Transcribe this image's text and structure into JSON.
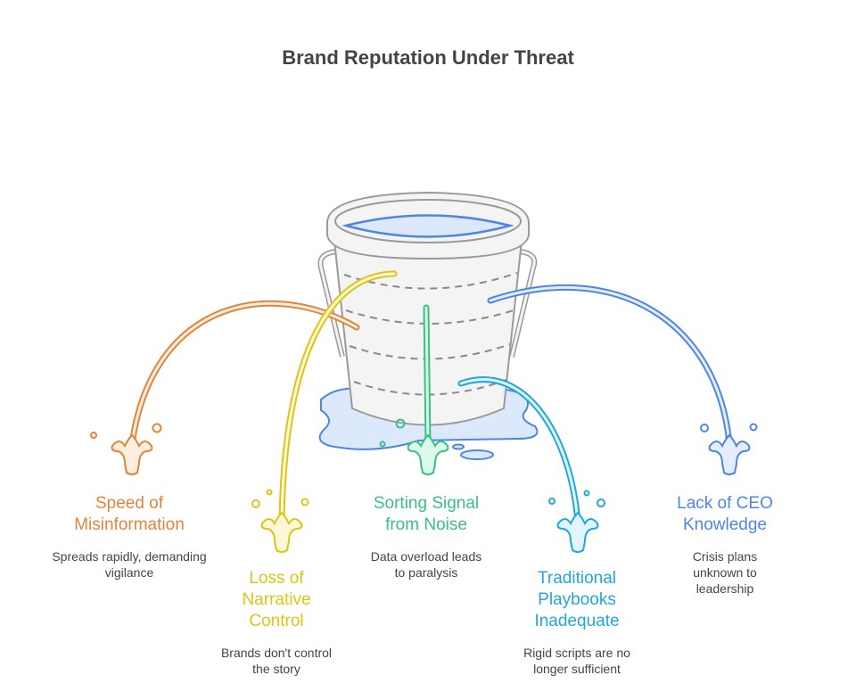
{
  "title": "Brand Reputation Under Threat",
  "colors": {
    "orange": "#e2843a",
    "yellow": "#dcc516",
    "green": "#3cbf84",
    "cyan": "#22a8d8",
    "blue": "#4f86e2",
    "bucket": "#9a9a9a",
    "water": "#dce8fc"
  },
  "items": [
    {
      "title": "Speed of Misinformation",
      "description": "Spreads rapidly, demanding vigilance"
    },
    {
      "title": "Loss of Narrative Control",
      "description": "Brands don't control the story"
    },
    {
      "title": "Sorting Signal from Noise",
      "description": "Data overload leads to paralysis"
    },
    {
      "title": "Traditional Playbooks Inadequate",
      "description": "Rigid scripts are no longer sufficient"
    },
    {
      "title": "Lack of CEO Knowledge",
      "description": "Crisis plans unknown to leadership"
    }
  ]
}
